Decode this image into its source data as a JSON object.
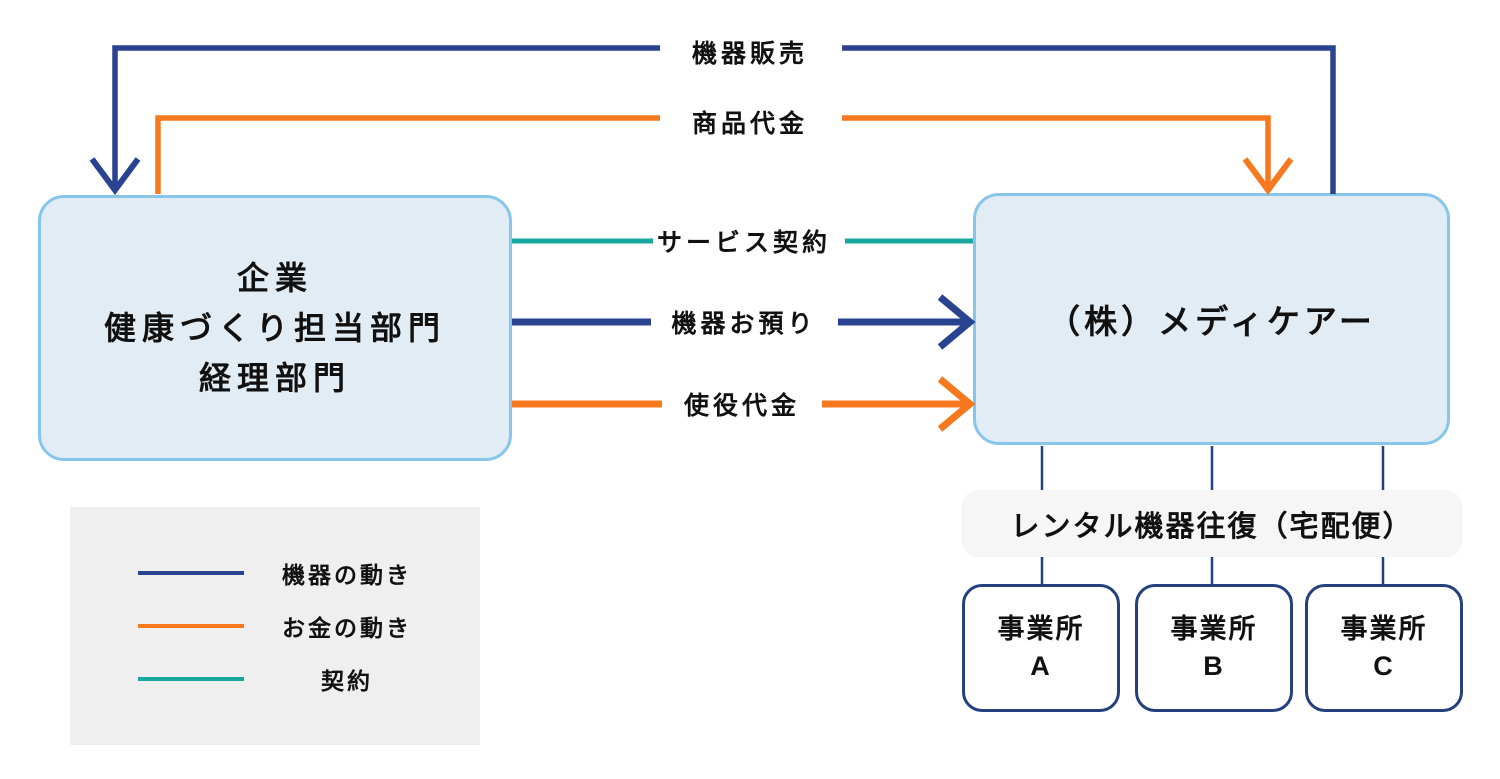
{
  "colors": {
    "equipment": "#2a4390",
    "money": "#f7791f",
    "contract": "#17a79f",
    "main_box_fill": "#e1ecf4",
    "main_box_border": "#87c6ea",
    "office_border": "#24407f",
    "legend_bg": "#efefef",
    "rental_pill_bg": "#f6f6f6"
  },
  "boxes": {
    "company": {
      "line1": "企業",
      "line2": "健康づくり担当部門",
      "line3": "経理部門"
    },
    "medicare": {
      "label": "（株）メディケアー"
    },
    "rental": {
      "label": "レンタル機器往復（宅配便）"
    },
    "offices": [
      {
        "title": "事業所",
        "letter": "A"
      },
      {
        "title": "事業所",
        "letter": "B"
      },
      {
        "title": "事業所",
        "letter": "C"
      }
    ]
  },
  "flow_labels": {
    "equipment_sale": "機器販売",
    "product_payment": "商品代金",
    "service_contract": "サービス契約",
    "equipment_deposit": "機器お預り",
    "usage_fee": "使役代金"
  },
  "legend": {
    "items": [
      {
        "label": "機器の動き",
        "color": "#2a4390"
      },
      {
        "label": "お金の動き",
        "color": "#f7791f"
      },
      {
        "label": "契約",
        "color": "#17a79f"
      }
    ]
  }
}
